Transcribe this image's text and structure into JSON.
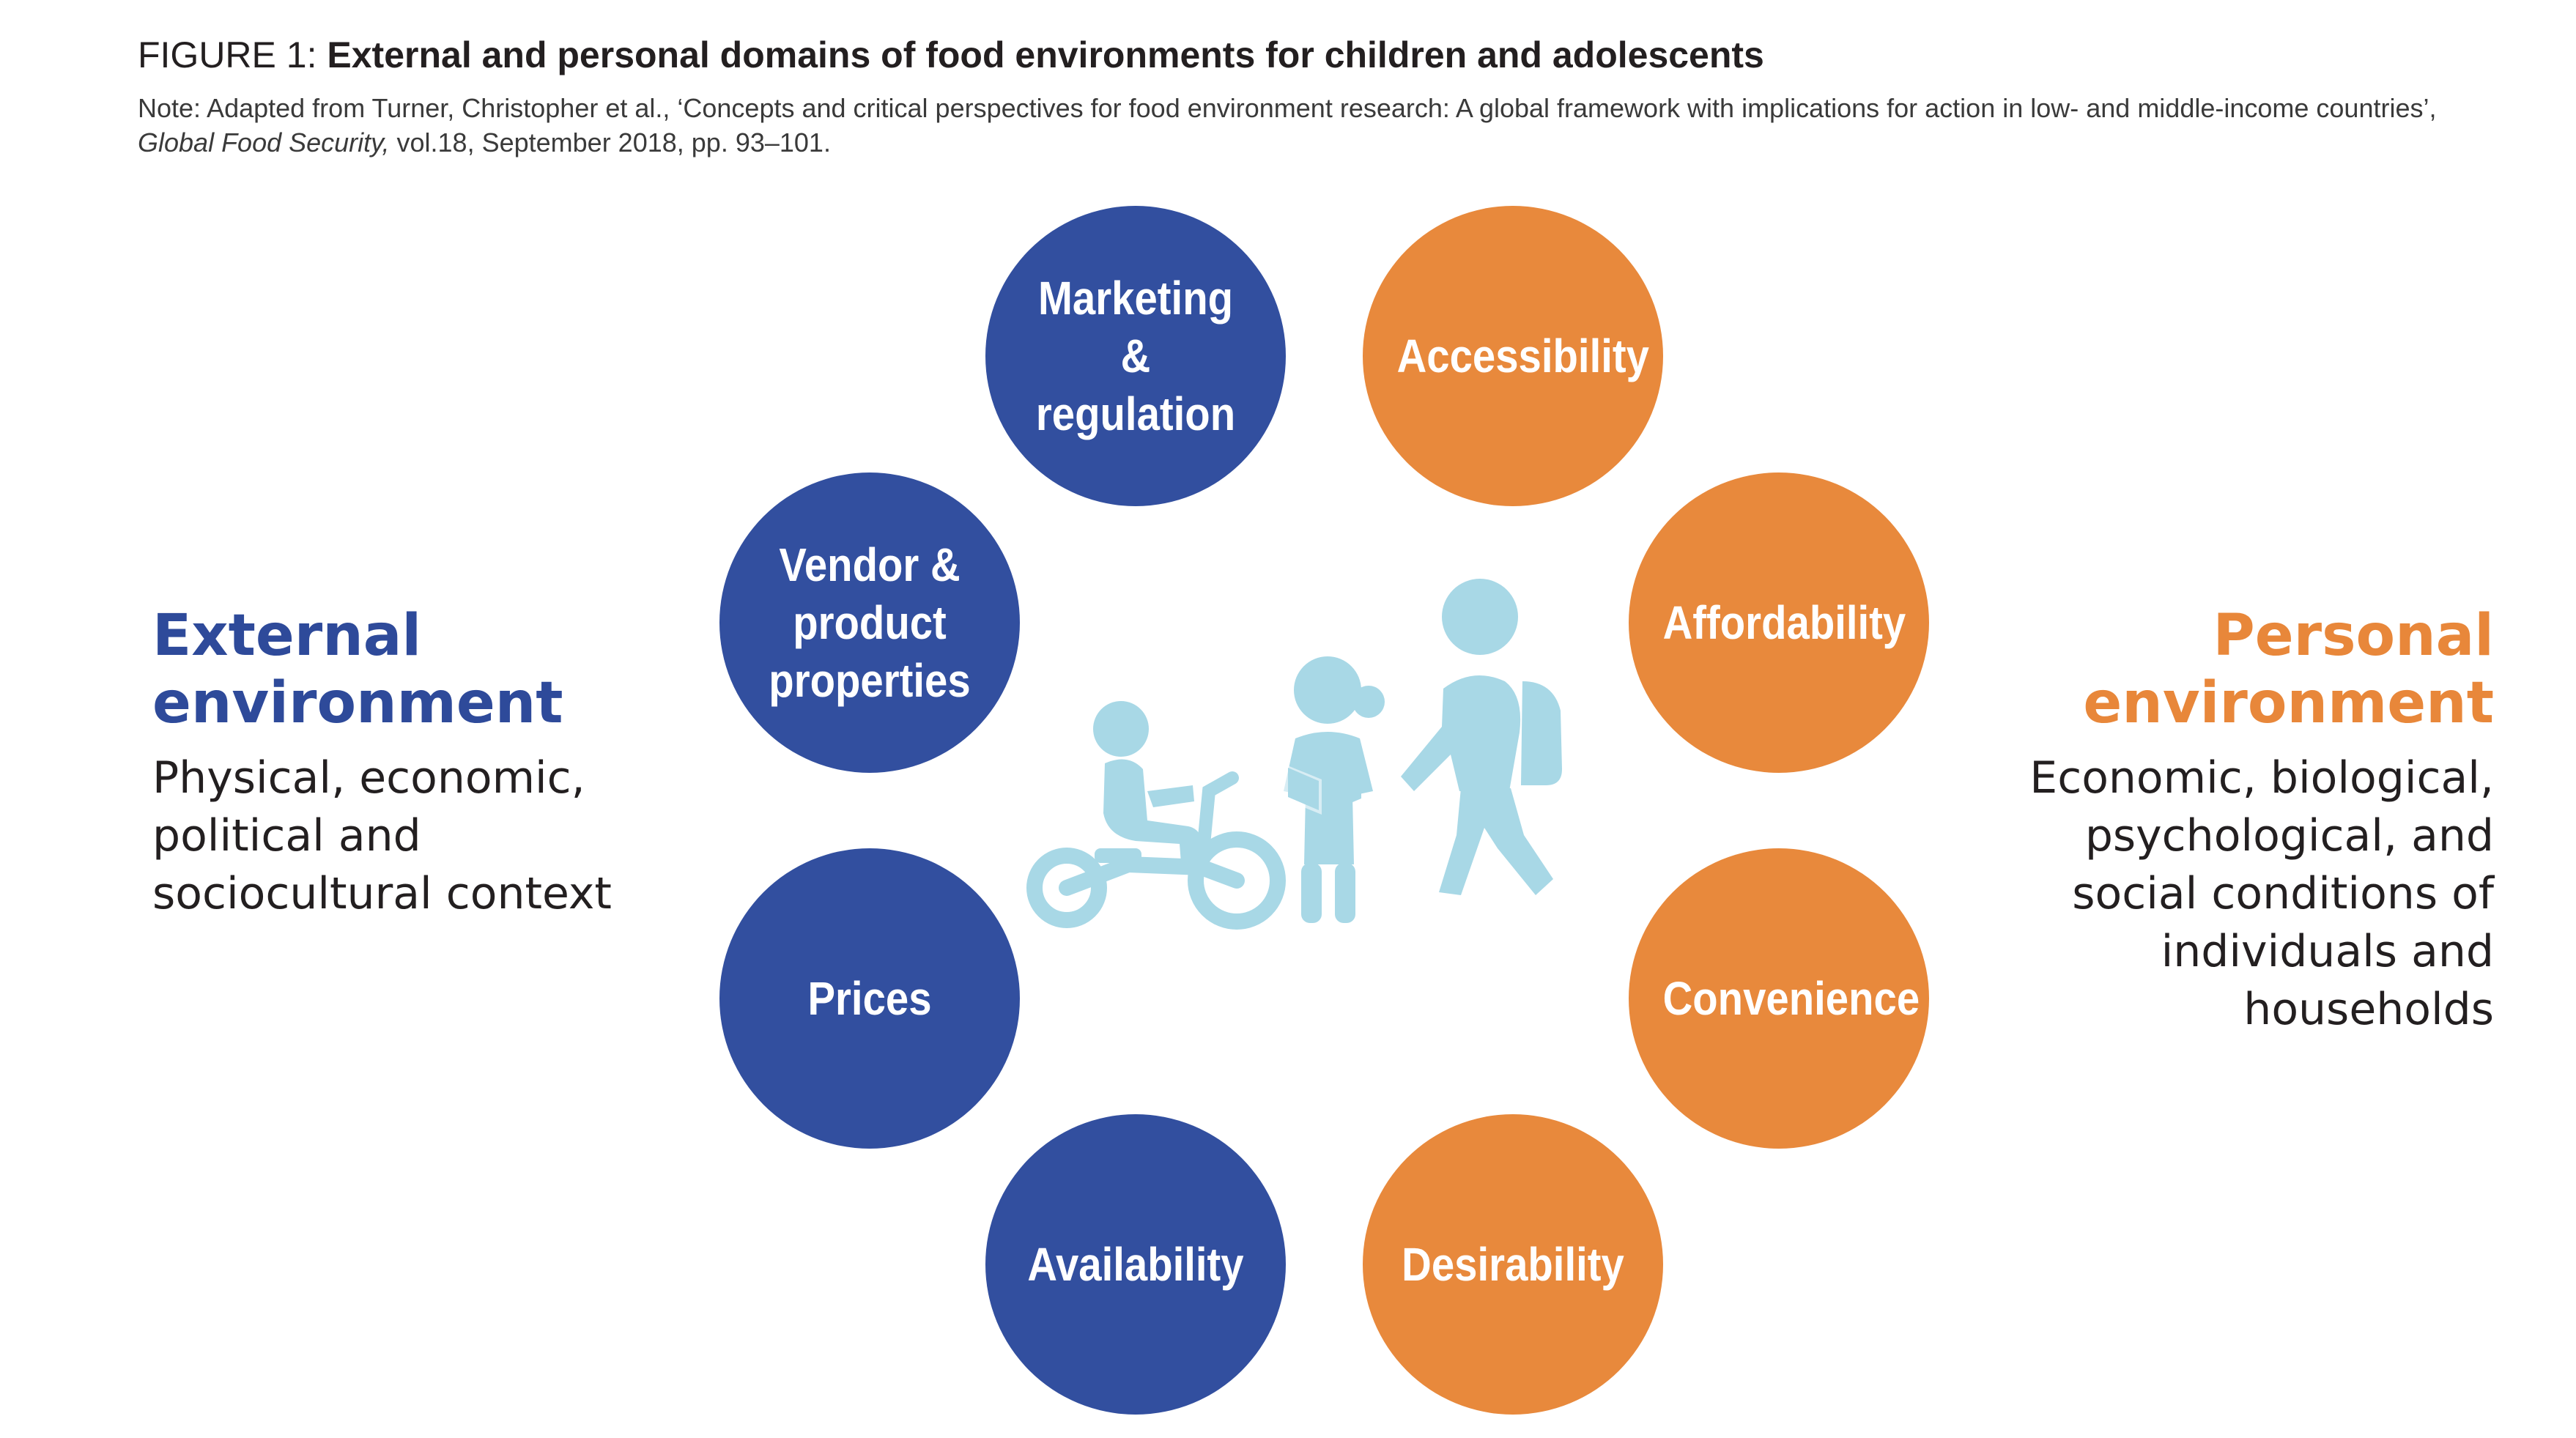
{
  "figure": {
    "label": "FIGURE 1:",
    "title": "External and personal domains of food environments for children and adolescents",
    "note_prefix": "Note: Adapted from Turner, Christopher et al., ‘Concepts and critical perspectives for food environment research: A global framework with implications for action in low- and middle-income countries’,",
    "note_journal": "Global Food Security,",
    "note_suffix": "vol.18, September 2018, pp. 93–101."
  },
  "external": {
    "heading": "External environment",
    "description": "Physical, economic, political and sociocultural context",
    "color": "#324f9f",
    "domains": [
      "Marketing & regulation",
      "Vendor & product properties",
      "Prices",
      "Availability"
    ]
  },
  "personal": {
    "heading": "Personal environment",
    "description": "Economic, biological, psychological, and social conditions of individuals and households",
    "color": "#e8893c",
    "domains": [
      "Accessibility",
      "Affordability",
      "Convenience",
      "Desirability"
    ]
  },
  "illustration": {
    "icons": [
      "child-on-bike-icon",
      "child-reading-icon",
      "child-with-backpack-icon"
    ],
    "color": "#a8d8e6"
  }
}
